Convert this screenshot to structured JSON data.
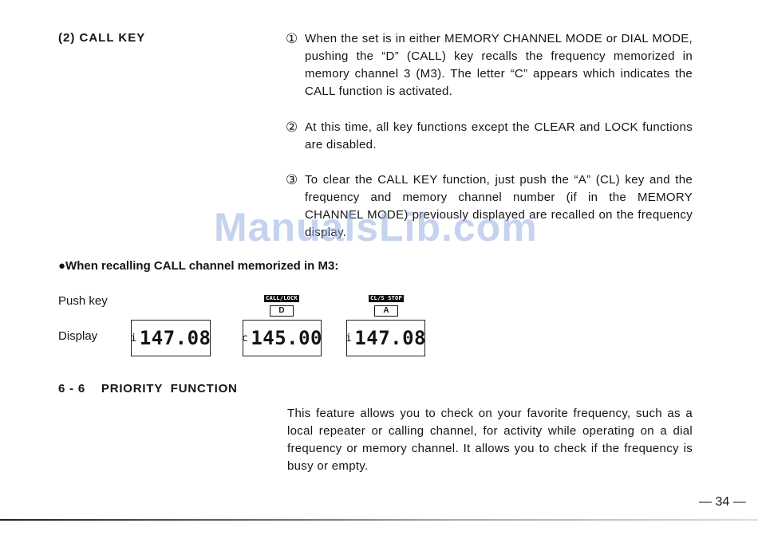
{
  "call_key": {
    "title": "(2)  CALL KEY",
    "items": [
      {
        "num": "①",
        "text": "When the set is in either MEMORY CHANNEL MODE or DIAL MODE, pushing the “D” (CALL) key recalls the frequency memorized in memory channel 3 (M3). The letter “C” appears which indicates the CALL function is activated."
      },
      {
        "num": "②",
        "text": "At this time, all key functions except the CLEAR and LOCK functions are disabled."
      },
      {
        "num": "③",
        "text": "To clear the CALL KEY function, just push the “A” (CL) key and the frequency and memory channel number (if in the MEMORY CHANNEL MODE) previously displayed are recalled on the frequency display."
      }
    ]
  },
  "watermark": "ManualsLib.com",
  "recall": {
    "heading": "●When recalling CALL channel memorized in M3:",
    "push_key_label": "Push key",
    "display_label": "Display",
    "keys": [
      {
        "top": "CALL/LOCK",
        "key": "D"
      },
      {
        "top": "CL/S STOP",
        "key": "A"
      }
    ],
    "displays": [
      {
        "prefix": "i",
        "value": "147.08"
      },
      {
        "prefix": "c",
        "value": "145.00"
      },
      {
        "prefix": "i",
        "value": "147.08"
      }
    ]
  },
  "priority": {
    "title": "6 - 6    PRIORITY  FUNCTION",
    "text": "This feature allows you to check on your favorite frequency, such as a local repeater or calling channel, for activity while operating on a dial frequency or memory channel.  It allows you to check if the frequency is busy or empty."
  },
  "page_number": "— 34 —"
}
